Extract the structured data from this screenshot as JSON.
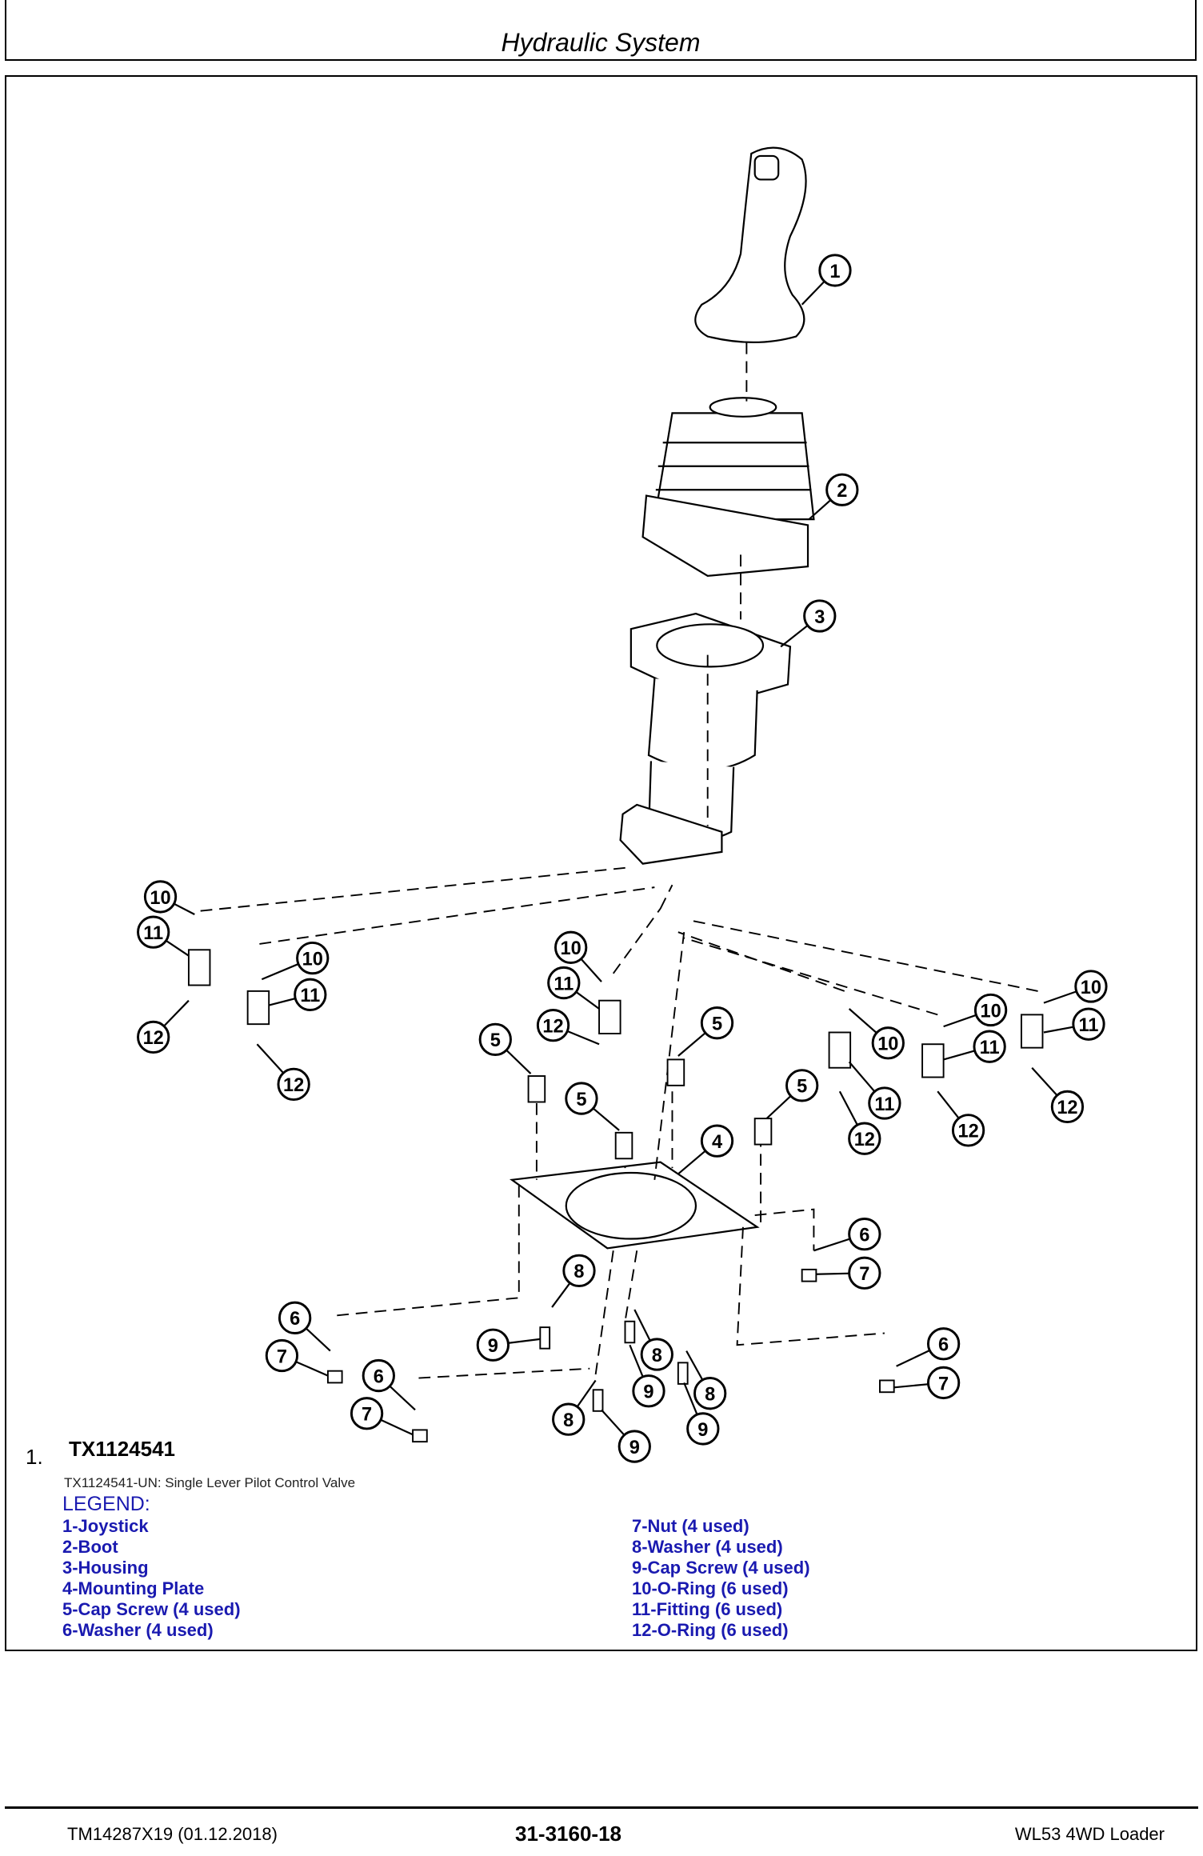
{
  "header": {
    "title": "Hydraulic System"
  },
  "figure": {
    "number": "1.",
    "id": "TX1124541",
    "caption": "TX1124541-UN: Single Lever Pilot Control Valve",
    "callouts": [
      "1",
      "2",
      "3",
      "10",
      "11",
      "12",
      "10",
      "11",
      "12",
      "10",
      "11",
      "12",
      "5",
      "5",
      "5",
      "5",
      "4",
      "10",
      "11",
      "12",
      "10",
      "11",
      "12",
      "10",
      "11",
      "12",
      "6",
      "7",
      "8",
      "9",
      "6",
      "7",
      "6",
      "7",
      "8",
      "9",
      "8",
      "9",
      "8",
      "9",
      "6",
      "7"
    ]
  },
  "legend": {
    "title": "LEGEND:",
    "left": [
      "1-Joystick",
      "2-Boot",
      "3-Housing",
      "4-Mounting Plate",
      "5-Cap Screw (4 used)",
      "6-Washer (4 used)"
    ],
    "right": [
      "7-Nut (4 used)",
      "8-Washer (4 used)",
      "9-Cap Screw (4 used)",
      "10-O-Ring (6 used)",
      "11-Fitting (6 used)",
      "12-O-Ring (6 used)"
    ]
  },
  "footer": {
    "left": "TM14287X19 (01.12.2018)",
    "center": "31-3160-18",
    "right": "WL53 4WD Loader"
  }
}
